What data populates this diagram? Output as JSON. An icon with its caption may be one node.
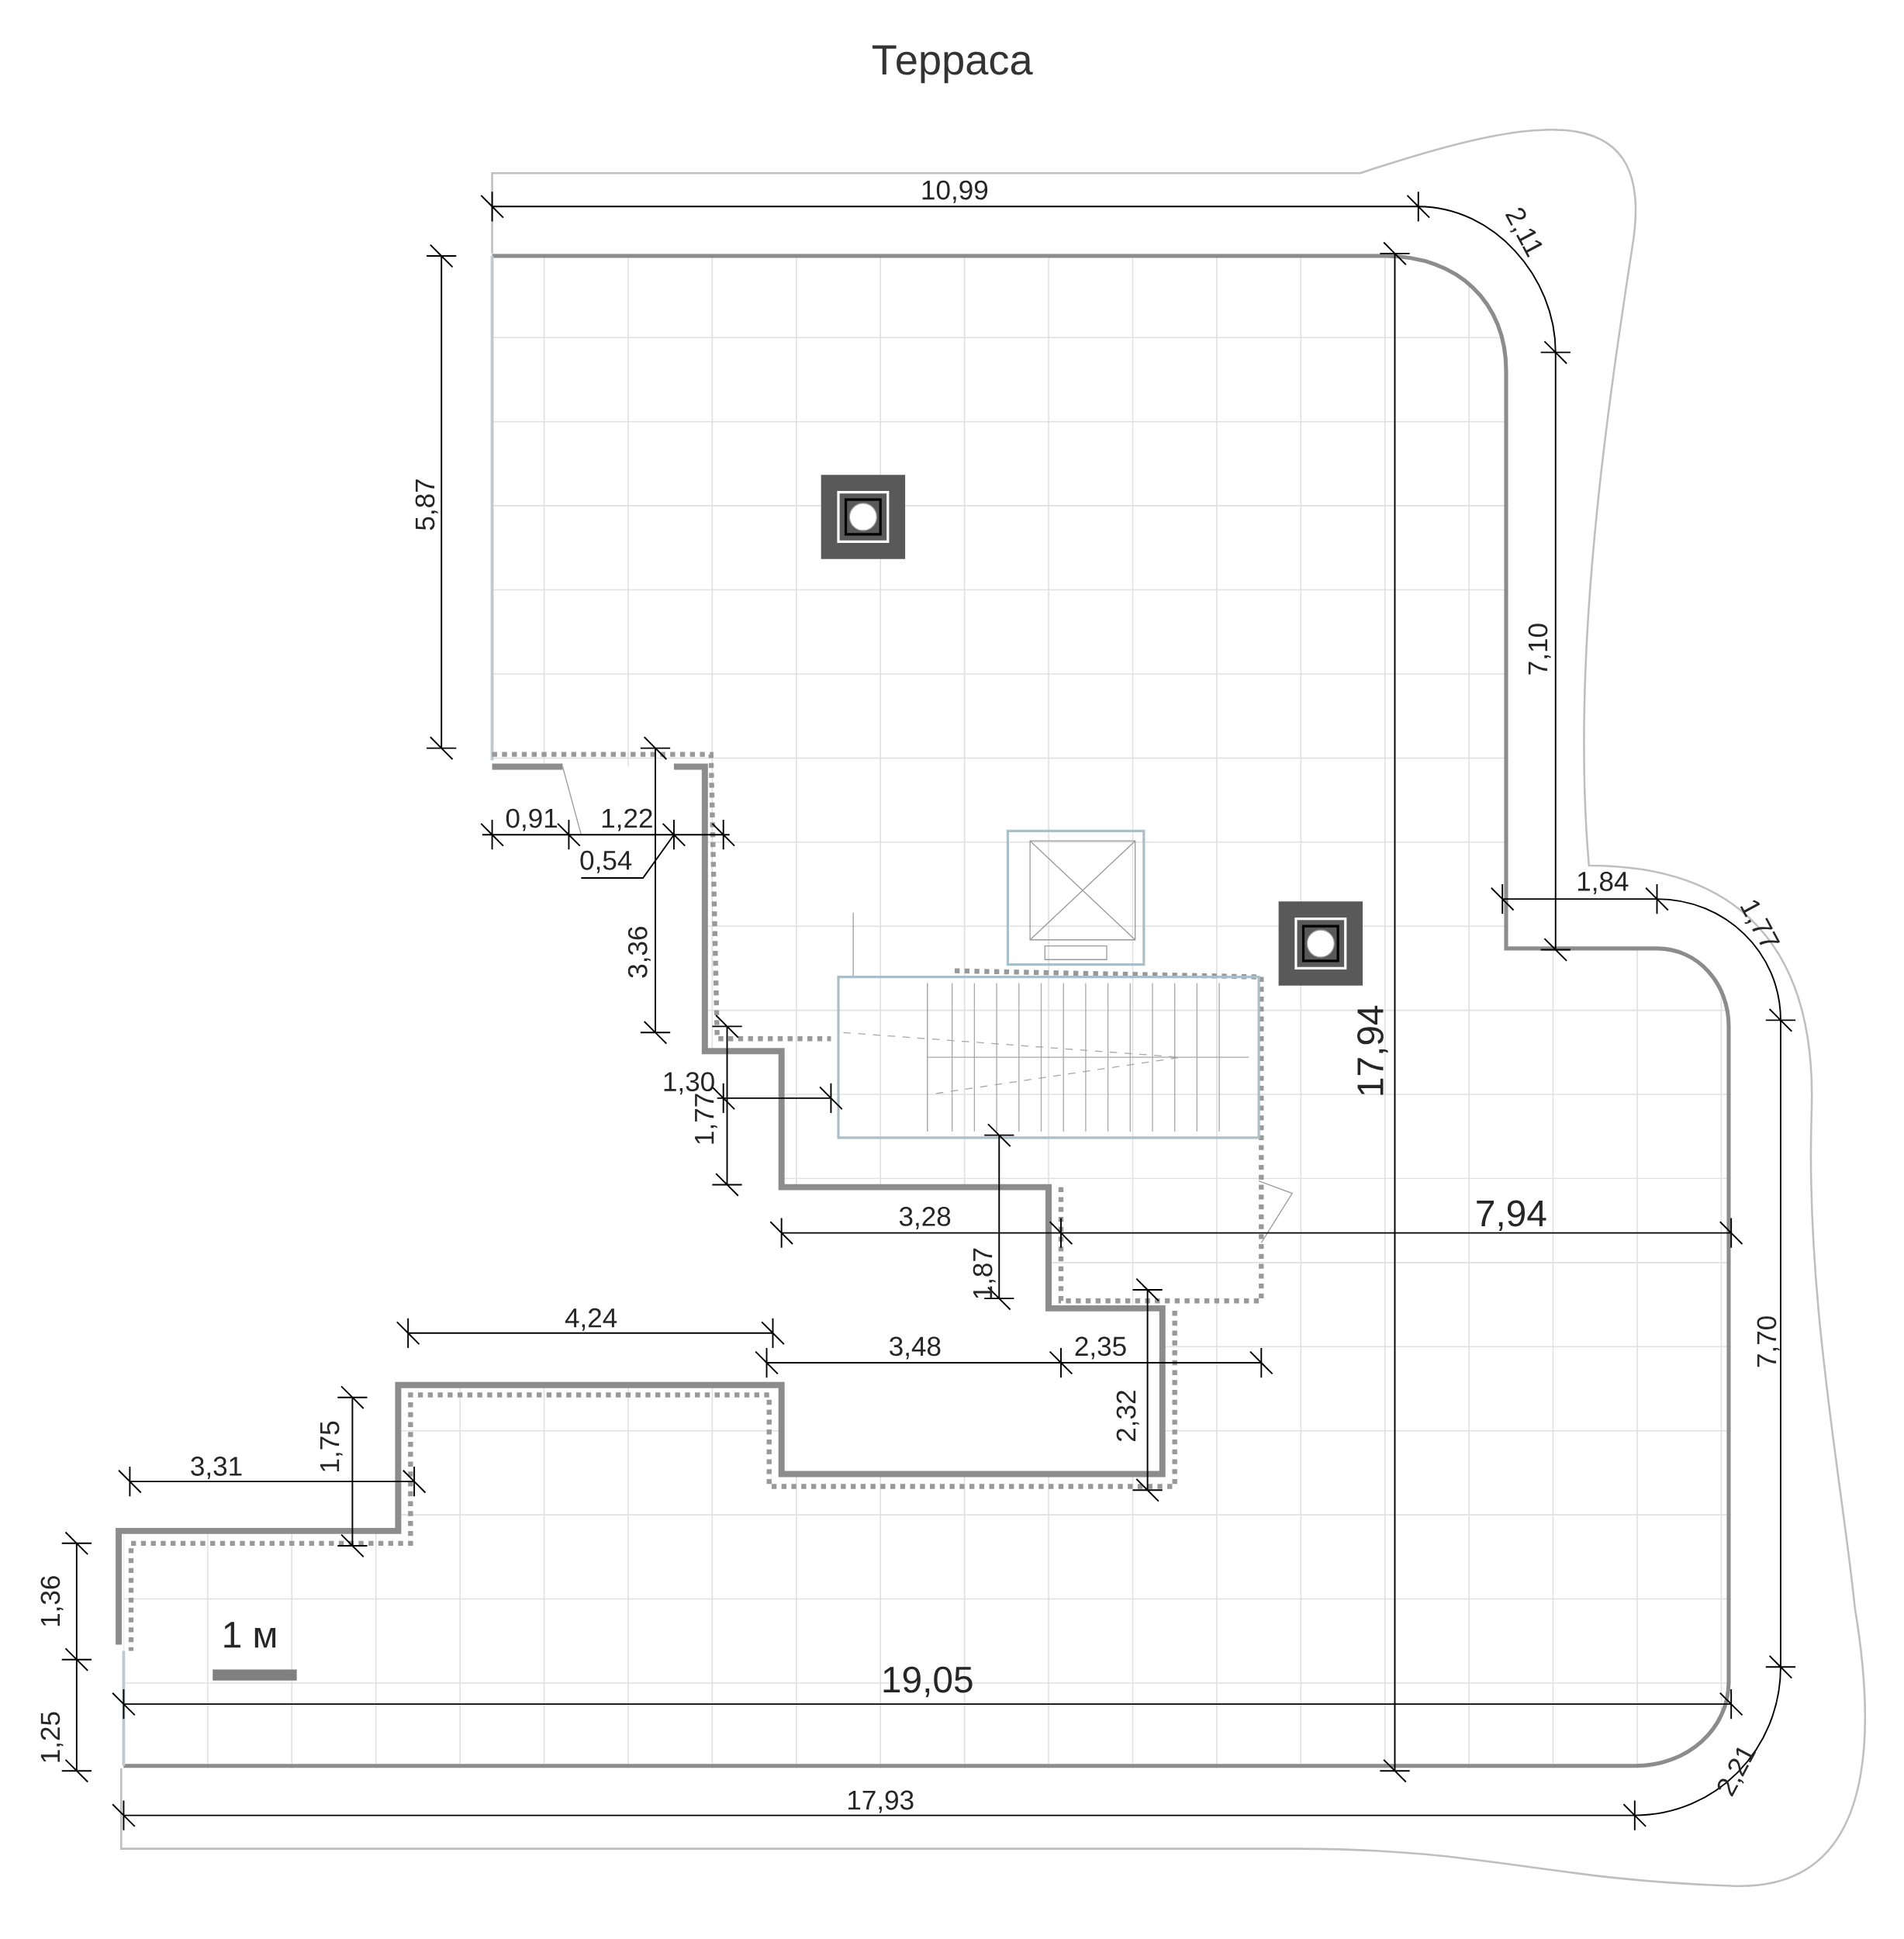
{
  "diagram": {
    "title": "Терраса",
    "labels": [
      "10,99",
      "2,11",
      "5,87",
      "7,10",
      "0,91",
      "1,22",
      "0,54",
      "1,84",
      "1,77",
      "3,36",
      "17,94",
      "1,30",
      "1,77",
      "7,94",
      "3,28",
      "1,87",
      "4,24",
      "3,48",
      "2,35",
      "7,70",
      "2,32",
      "1,75",
      "3,31",
      "1,36",
      "1 м",
      "19,05",
      "1,25",
      "2,21",
      "17,93"
    ]
  }
}
